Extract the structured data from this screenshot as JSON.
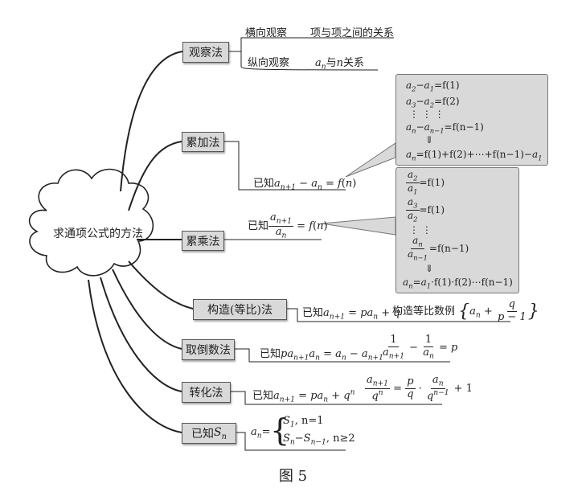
{
  "center": {
    "label": "求通项公式的方法"
  },
  "branches": {
    "observe": {
      "label": "观察法",
      "items": [
        {
          "label": "横向观察",
          "detail": "项与项之间的关系"
        },
        {
          "label": "纵向观察",
          "detail_suffix": "与",
          "detail_n": "n",
          "detail_end": "关系"
        }
      ]
    },
    "sum": {
      "label": "累加法",
      "known_prefix": "已知",
      "callout": {
        "line1": "=f(1)",
        "line2": "=f(2)",
        "dots": "⋮   ⋮      ⋮",
        "line3": "=f(n−1)",
        "arrow": "⇓",
        "result": "=f(1)+f(2)+⋯+f(n−1)−"
      }
    },
    "product": {
      "label": "累乘法",
      "known_prefix": "已知",
      "callout": {
        "eq1": "=f(1)",
        "eq2": "=f(1)",
        "dots": "⋮        ⋮",
        "eq3": "=f(n−1)",
        "arrow": "⇓",
        "result": "·f(1)·f(2)⋯f(n−1)"
      }
    },
    "construct": {
      "label": "构造(等比)法",
      "known_prefix": "已知",
      "note": "构造等比数例"
    },
    "reciprocal": {
      "label": "取倒数法",
      "known_prefix": "已知"
    },
    "transform": {
      "label": "转化法",
      "known_prefix": "已知"
    },
    "known_sn": {
      "label": "已知",
      "case1": ", n=1",
      "case2": ", n≥2"
    }
  },
  "caption": "图 5"
}
